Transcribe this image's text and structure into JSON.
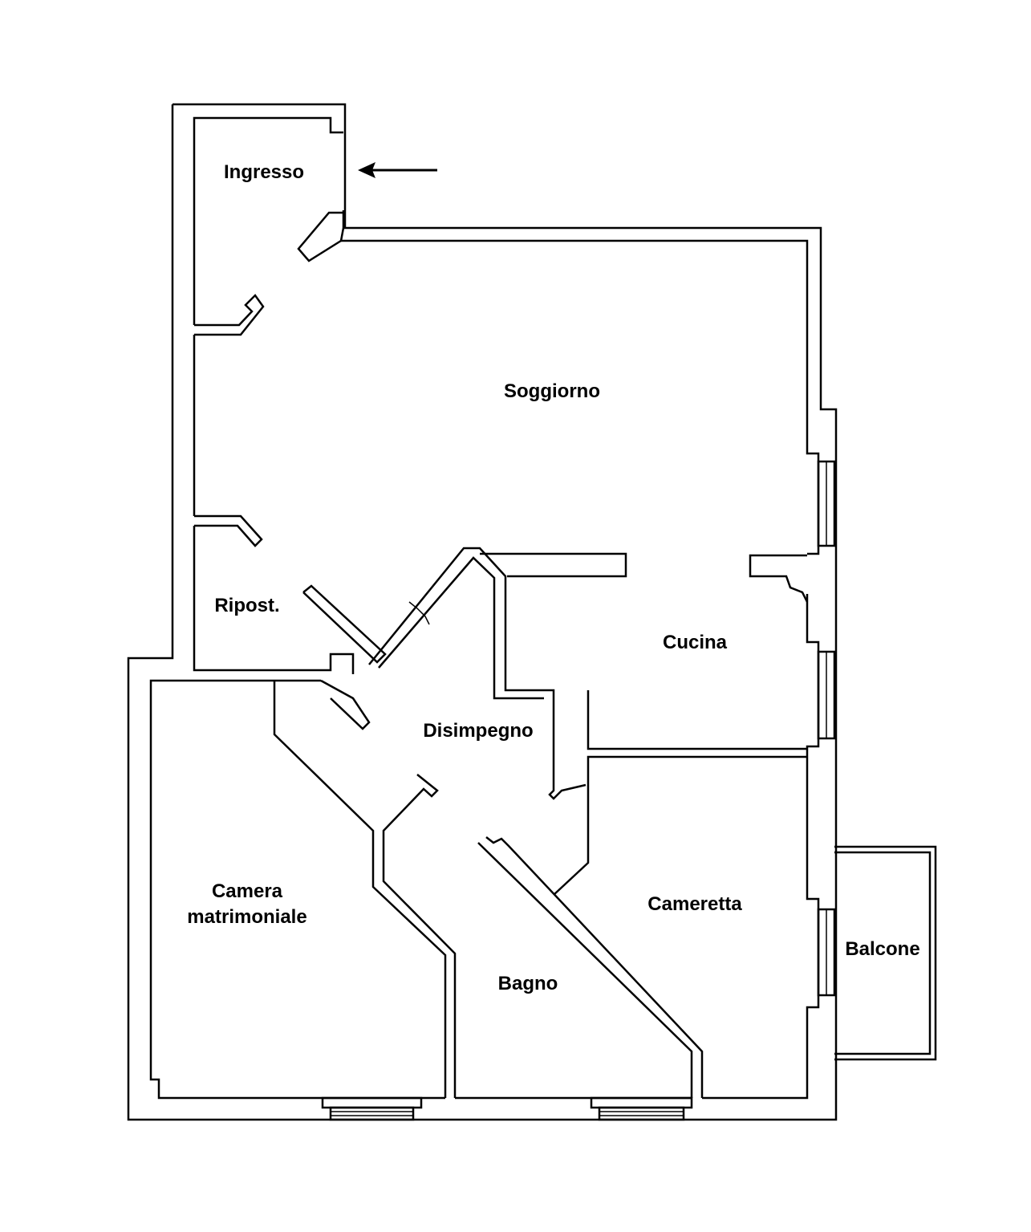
{
  "plan": {
    "rooms": {
      "ingresso": "Ingresso",
      "soggiorno": "Soggiorno",
      "ripostiglio": "Ripost.",
      "cucina": "Cucina",
      "disimpegno": "Disimpegno",
      "camera_line1": "Camera",
      "camera_line2": "matrimoniale",
      "cameretta": "Cameretta",
      "bagno": "Bagno",
      "balcone": "Balcone"
    },
    "icons": {
      "entrance": "arrow-left-icon"
    },
    "colors": {
      "wall": "#000000",
      "background": "#ffffff"
    }
  }
}
